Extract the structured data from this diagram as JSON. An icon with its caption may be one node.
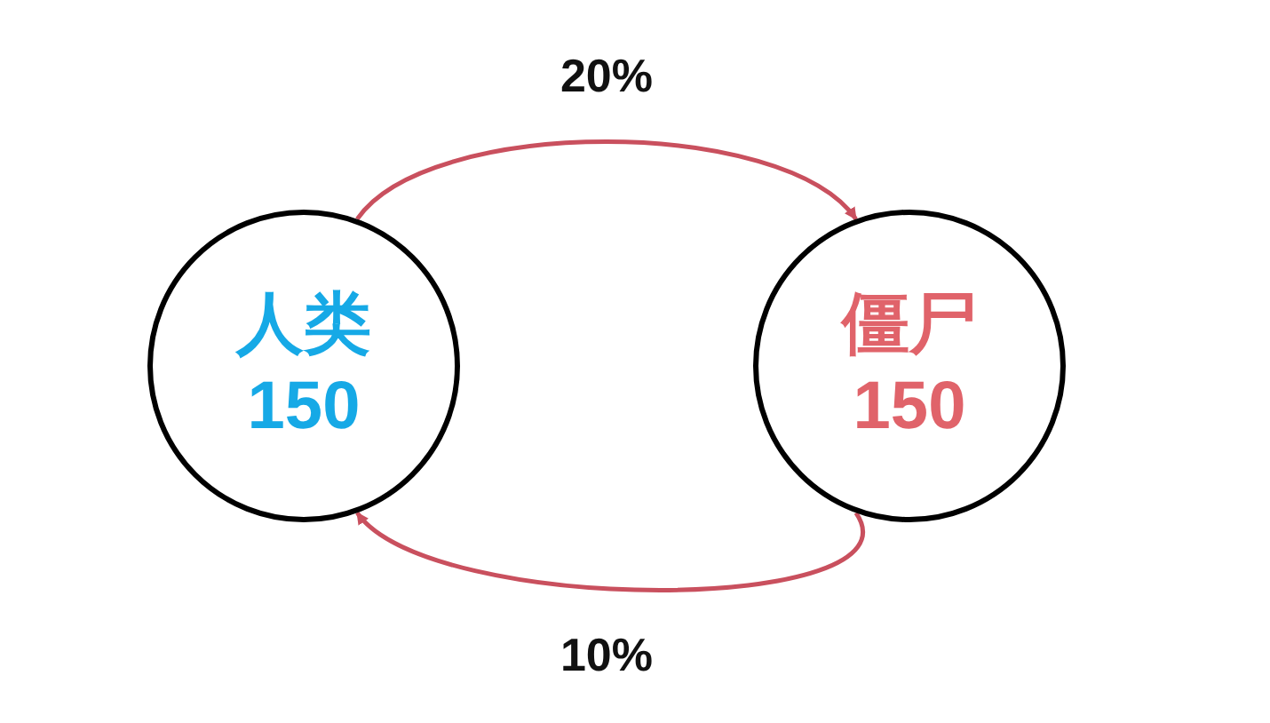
{
  "diagram": {
    "nodes": [
      {
        "text": [
          "人类",
          "150"
        ]
      },
      {
        "text": [
          "僵尸",
          "150"
        ]
      }
    ],
    "edges": [
      {
        "from": 0,
        "to": 1,
        "arrow": "to",
        "label": "20%"
      },
      {
        "from": 1,
        "to": 0,
        "arrow": "to",
        "label": "10%"
      }
    ]
  }
}
